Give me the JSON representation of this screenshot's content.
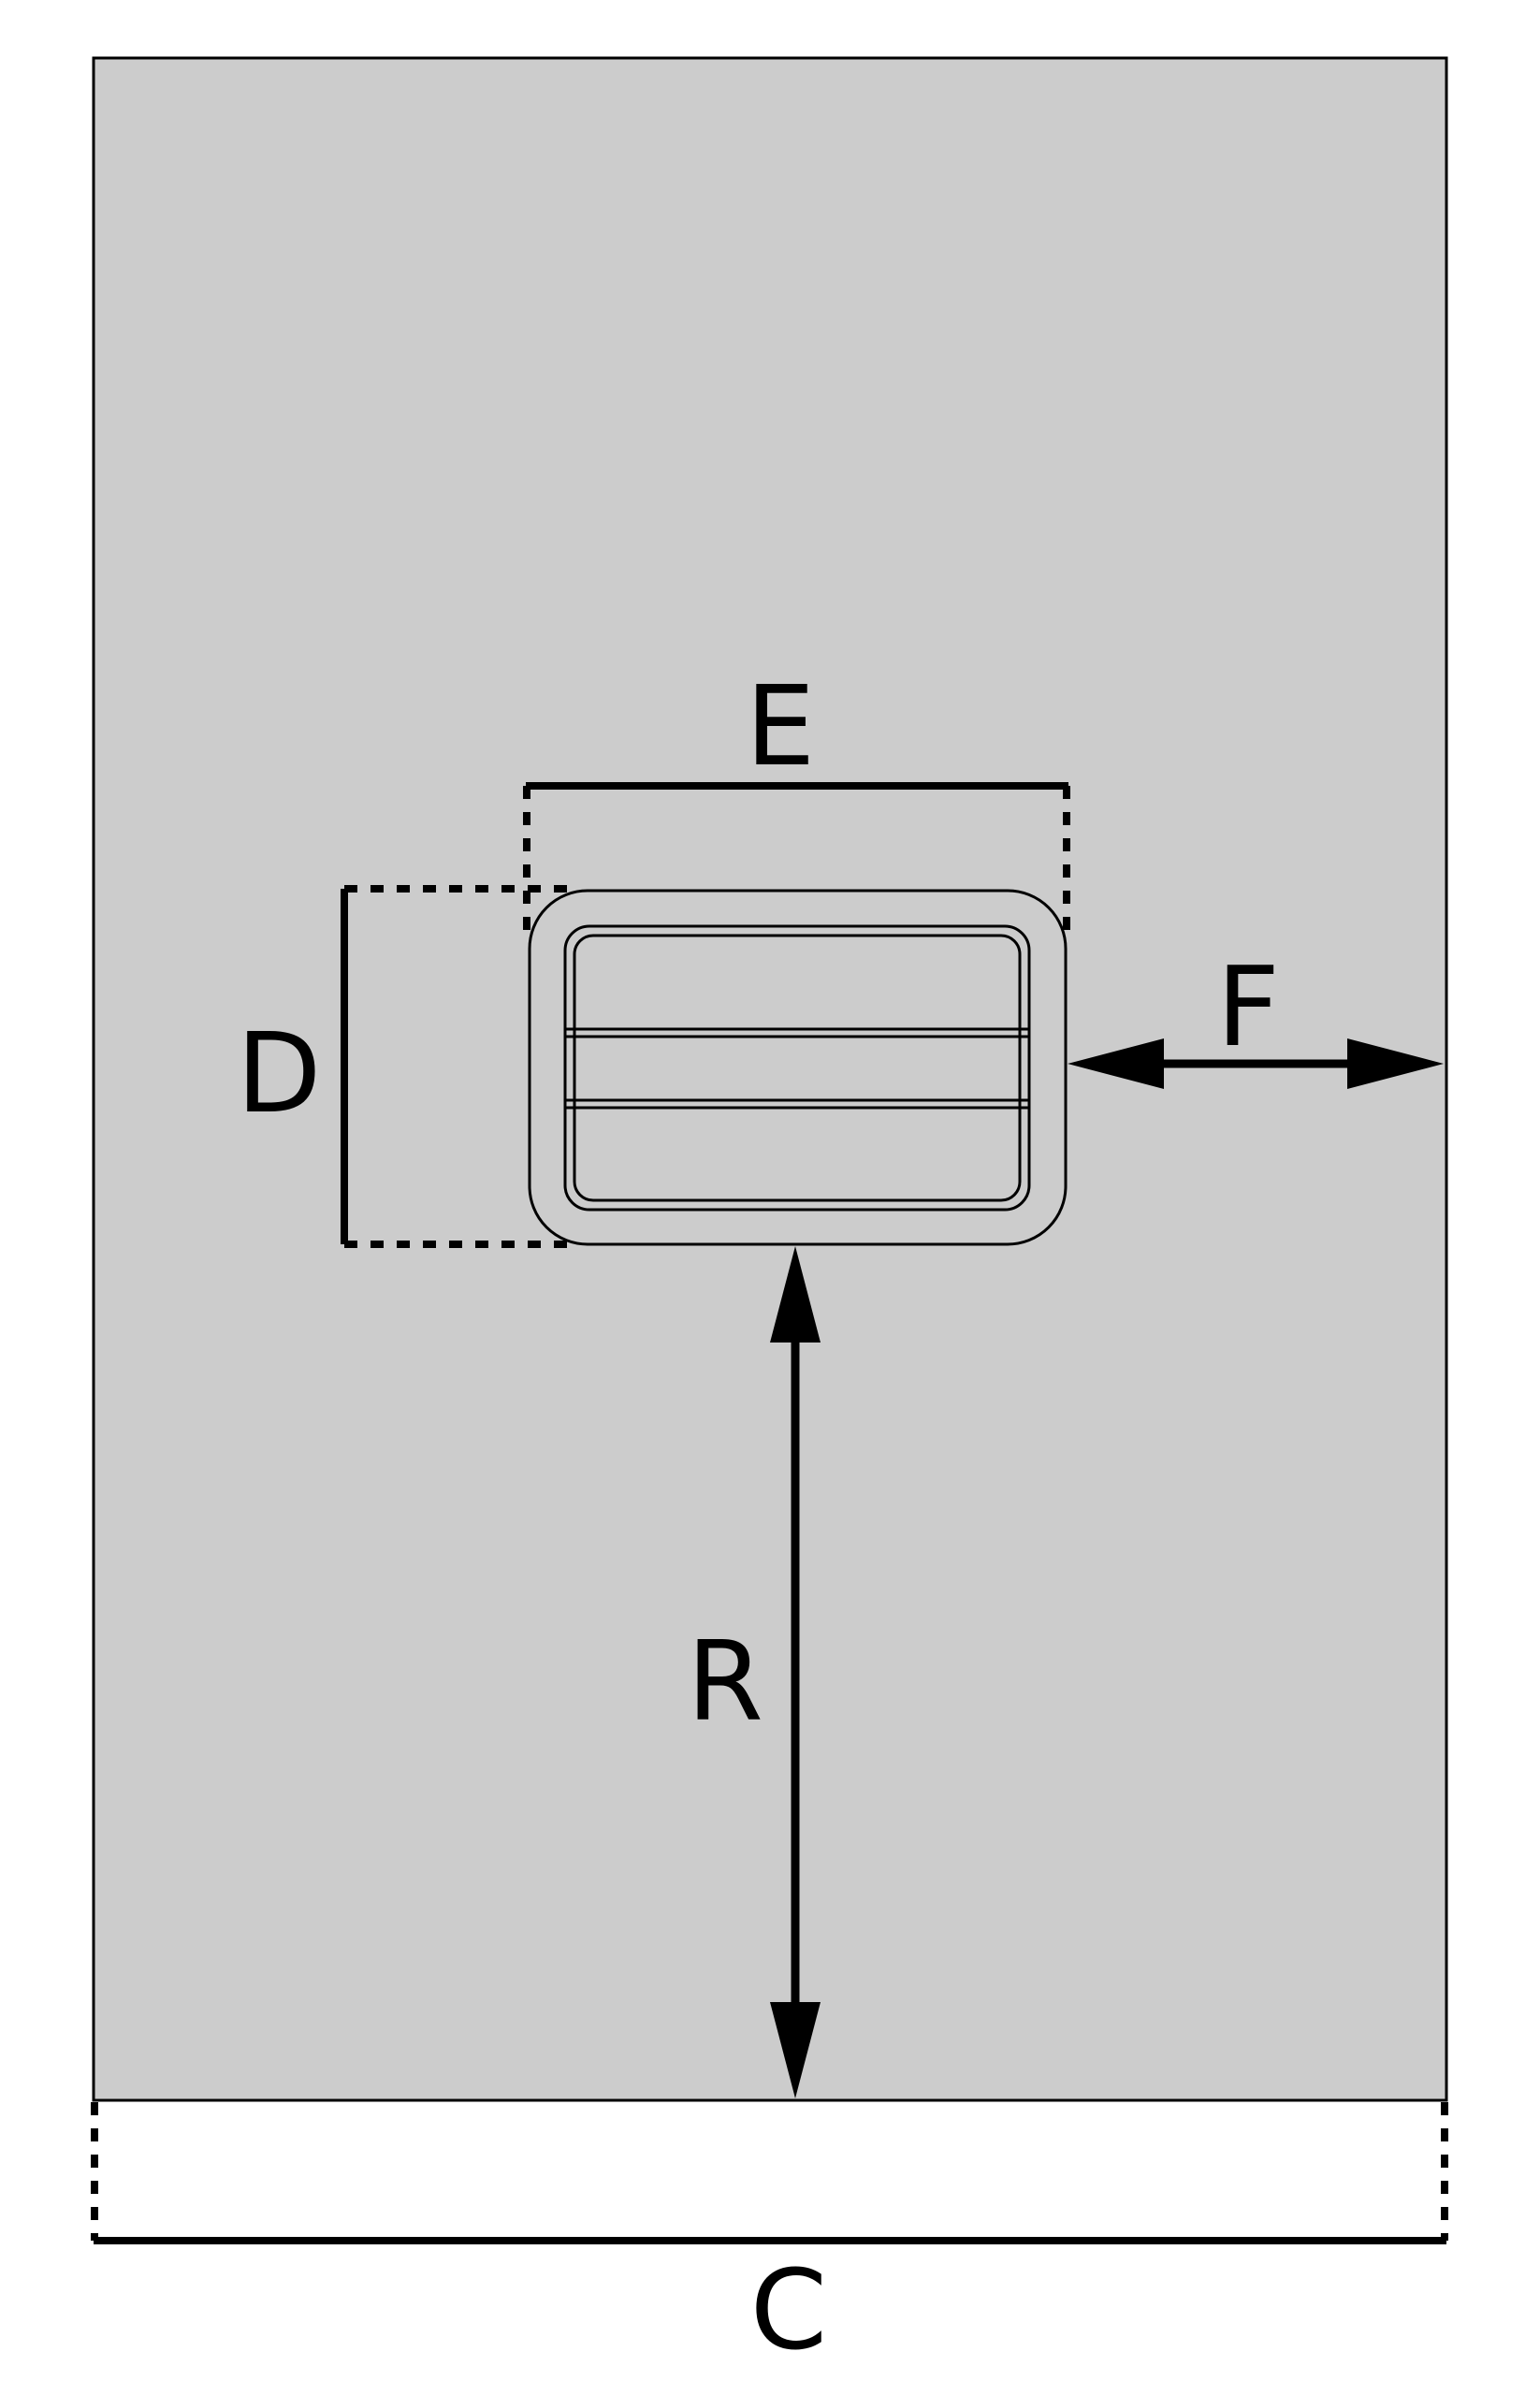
{
  "diagram": {
    "colors": {
      "panel_fill": "#cccccc",
      "panel_stroke": "#000000",
      "line": "#000000",
      "background": "#ffffff"
    },
    "labels": {
      "width_bottom": "C",
      "buckle_height": "D",
      "buckle_width": "E",
      "distance_right": "F",
      "distance_bottom": "R"
    }
  }
}
